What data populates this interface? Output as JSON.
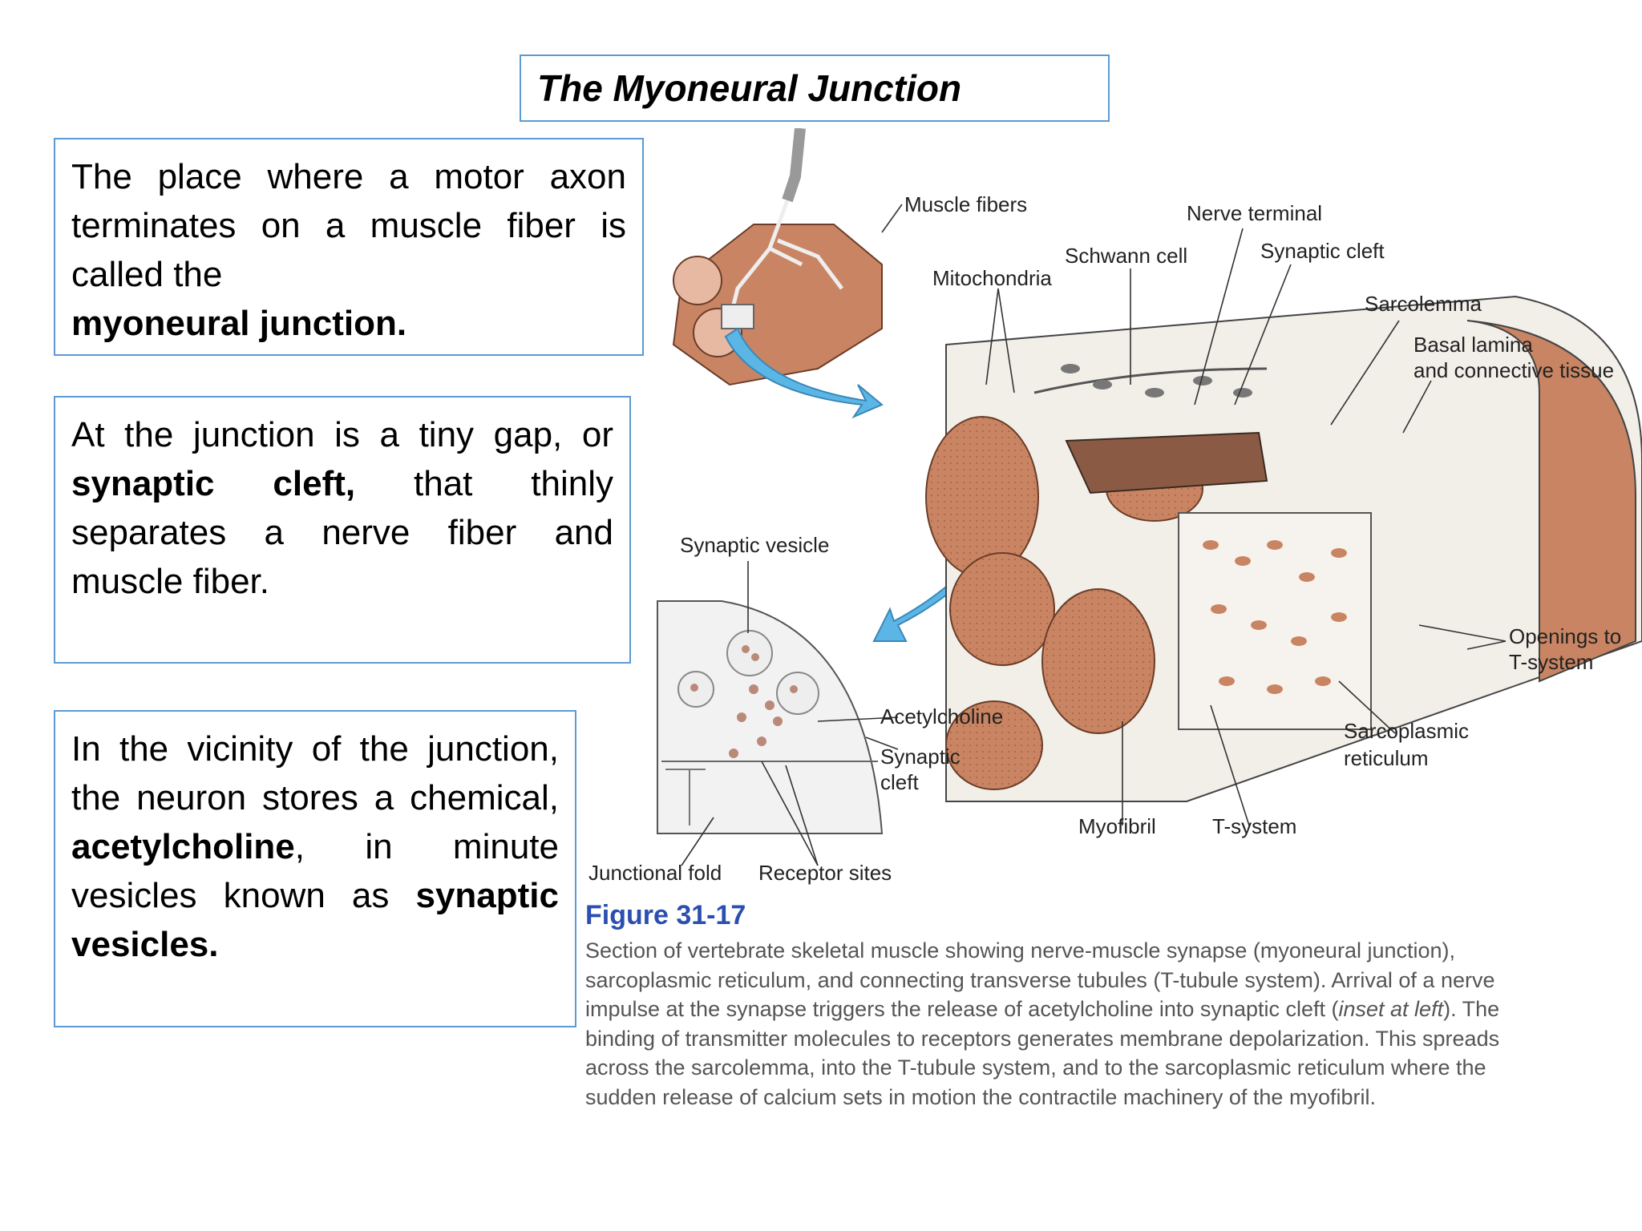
{
  "title": "The Myoneural Junction",
  "paragraphs": {
    "p1": {
      "t1": "The place where a motor axon terminates on a muscle fiber is called the",
      "b1": "myoneural junction."
    },
    "p2": {
      "t1": "At the junction is a tiny gap, or",
      "b1": "synaptic cleft,",
      "t2": "that thinly separates a nerve fiber and muscle fiber."
    },
    "p3": {
      "t1": "In the vicinity of the junction, the neuron stores a chemical,",
      "b1": "acetylcholine",
      "t2": ", in minute vesicles known as",
      "b2": "synaptic vesicles."
    }
  },
  "figure": {
    "labels": {
      "muscle_fibers": "Muscle fibers",
      "nerve_terminal": "Nerve terminal",
      "schwann_cell": "Schwann cell",
      "synaptic_cleft_top": "Synaptic cleft",
      "mitochondria": "Mitochondria",
      "sarcolemma": "Sarcolemma",
      "basal_lamina_1": "Basal lamina",
      "basal_lamina_2": "and connective tissue",
      "synaptic_vesicle": "Synaptic vesicle",
      "openings_1": "Openings to",
      "openings_2": "T-system",
      "acetylcholine": "Acetylcholine",
      "synaptic_cleft_inset_1": "Synaptic",
      "synaptic_cleft_inset_2": "cleft",
      "sarcoplasmic_1": "Sarcoplasmic",
      "sarcoplasmic_2": "reticulum",
      "myofibril": "Myofibril",
      "t_system": "T-system",
      "junctional_fold": "Junctional fold",
      "receptor_sites": "Receptor sites"
    },
    "number": "Figure 31-17",
    "caption": {
      "c1": "Section of vertebrate skeletal muscle showing nerve-muscle synapse (myoneural junction), sarcoplasmic reticulum, and connecting transverse tubules (T-tubule system). Arrival of a nerve impulse at the synapse triggers the release of acetylcholine into synaptic cleft (",
      "c_italic": "inset at left",
      "c2": "). The binding of transmitter molecules to receptors generates membrane depolarization. This spreads across the sarcolemma, into the T-tubule system, and to the sarcoplasmic reticulum where the sudden release of calcium sets in motion the contractile machinery of the myofibril."
    }
  },
  "colors": {
    "box_border": "#5b9bd5",
    "muscle": "#c98563",
    "muscle_dark": "#a9623f",
    "arrow_blue": "#5bb6e6",
    "figure_title": "#2a4fb0"
  }
}
